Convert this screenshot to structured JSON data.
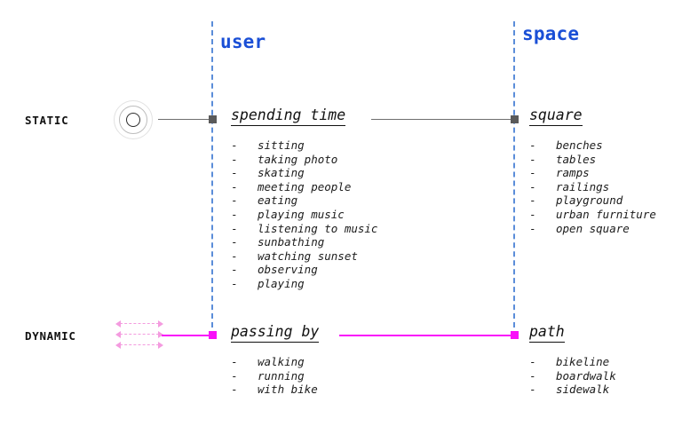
{
  "diagram": {
    "columns": [
      {
        "id": "user",
        "label": "user",
        "color": "#1a4fd6"
      },
      {
        "id": "space",
        "label": "space",
        "color": "#1a4fd6"
      }
    ],
    "rows": [
      {
        "id": "static",
        "label": "STATIC",
        "accent": "#5a5a5a",
        "icon": "concentric-circles-icon"
      },
      {
        "id": "dynamic",
        "label": "DYNAMIC",
        "accent": "#f910f9",
        "icon": "triple-dashed-double-arrow-icon"
      }
    ],
    "cells": {
      "user_static": {
        "title": "spending time",
        "bullet": "-",
        "items": [
          "sitting",
          "taking photo",
          "skating",
          "meeting people",
          "eating",
          "playing music",
          "listening to music",
          "sunbathing",
          "watching sunset",
          "observing",
          "playing"
        ]
      },
      "space_static": {
        "title": "square",
        "bullet": "-",
        "items": [
          "benches",
          "tables",
          "ramps",
          "railings",
          "playground",
          "urban furniture",
          "open square"
        ]
      },
      "user_dynamic": {
        "title": "passing by",
        "bullet": "-",
        "items": [
          "walking",
          "running",
          "with bike"
        ]
      },
      "space_dynamic": {
        "title": "path",
        "bullet": "-",
        "items": [
          "bikeline",
          "boardwalk",
          "sidewalk"
        ]
      }
    },
    "colors": {
      "axis_dashed": "#5b8dd9",
      "static_line": "#6e6e6e",
      "dynamic_line": "#f910f9",
      "dynamic_icon": "#f49bdf",
      "text": "#111111"
    }
  }
}
